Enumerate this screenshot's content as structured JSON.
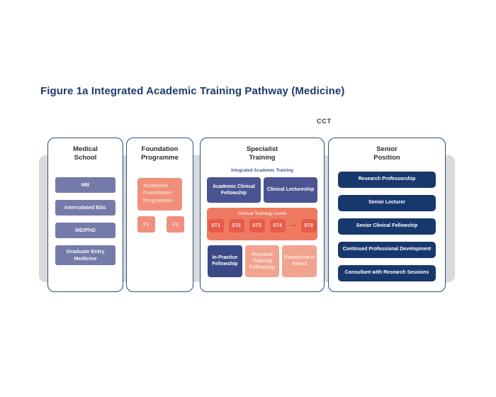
{
  "figure": {
    "title": "Figure 1a Integrated Academic Training Pathway (Medicine)",
    "cct_label": "CCT"
  },
  "colors": {
    "title_navy": "#1e3a6d",
    "panel_border": "#2e4d7b",
    "background_band": "#d9dadc",
    "slate_purple": "#747ba9",
    "periwinkle": "#4a5490",
    "navy": "#17386d",
    "in_practice_navy": "#3b4a86",
    "salmon": "#f0907c",
    "salmon_strong": "#ee7a62",
    "salmon_red": "#e85b49",
    "salmon_light": "#f2a38f"
  },
  "columns": [
    {
      "header": [
        "Medical",
        "School"
      ],
      "boxes": [
        "MB",
        "Intercalated BSc",
        "MD/PhD",
        "Graduate Entry Medicine"
      ]
    },
    {
      "header": [
        "Foundation",
        "Programme"
      ],
      "main_box": "Academic Foundation Programme",
      "sub_boxes": [
        "F1",
        "F2"
      ]
    },
    {
      "header": [
        "Specialist",
        "Training"
      ],
      "subtitle": "Integrated Academic Training",
      "fellowships": [
        "Academic Clinical Fellowship",
        "Clinical Lectureship"
      ],
      "clinical_training": {
        "label": "Clinical Training Levels",
        "levels": [
          "ST1",
          "ST2",
          "ST3",
          "ST4",
          "ST8"
        ]
      },
      "post_boxes": [
        "In-Practice Fellowship",
        "Personal Training Fellowship",
        "Postdoctoral Award"
      ]
    },
    {
      "header": [
        "Senior",
        "Position"
      ],
      "boxes": [
        "Research Professorship",
        "Senior Lecturer",
        "Senior Clinical Fellowship",
        "Continued Professional Development",
        "Consultant with Research Sessions"
      ]
    }
  ]
}
